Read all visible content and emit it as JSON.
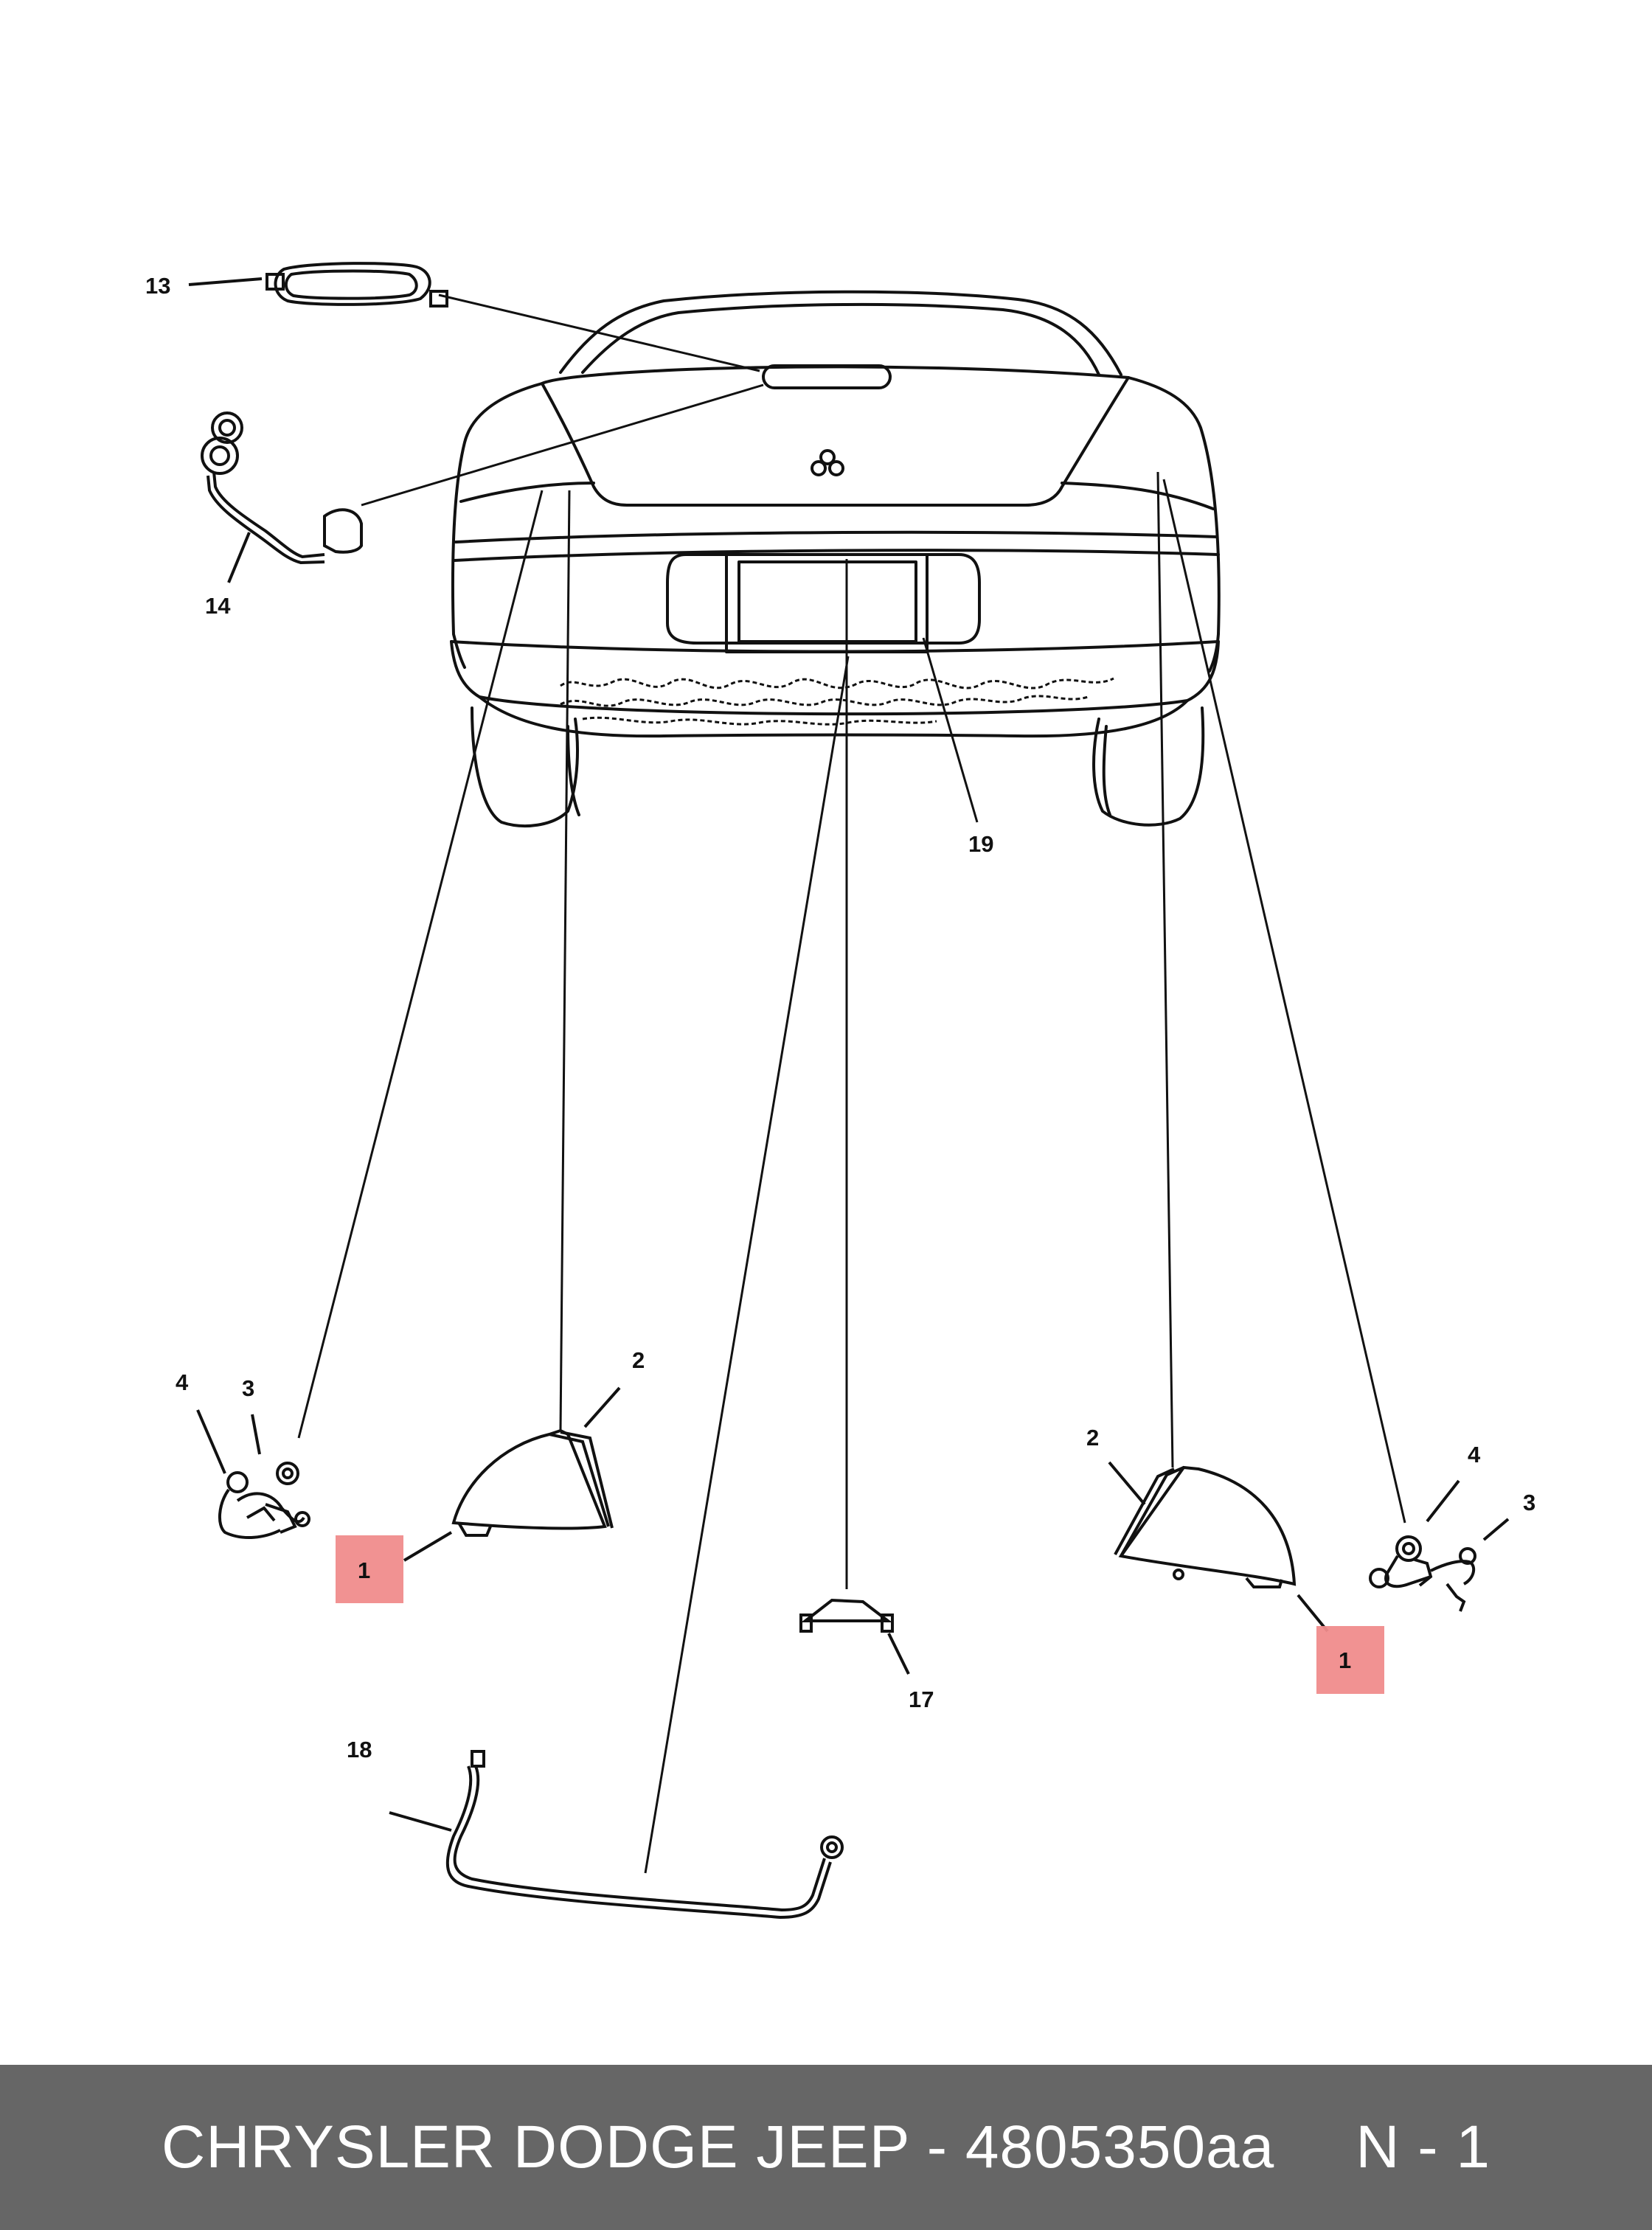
{
  "callouts": {
    "c13": "13",
    "c14": "14",
    "c19": "19",
    "c4_left": "4",
    "c3_left": "3",
    "c2_left": "2",
    "c1_left": "1",
    "c2_right": "2",
    "c4_right": "4",
    "c3_right": "3",
    "c1_right": "1",
    "c17": "17",
    "c18": "18"
  },
  "highlight_color": "#f08c8c",
  "footer": {
    "part_text": "CHRYSLER DODGE JEEP - 4805350aa",
    "page_text": "N - 1",
    "background": "#666666"
  }
}
